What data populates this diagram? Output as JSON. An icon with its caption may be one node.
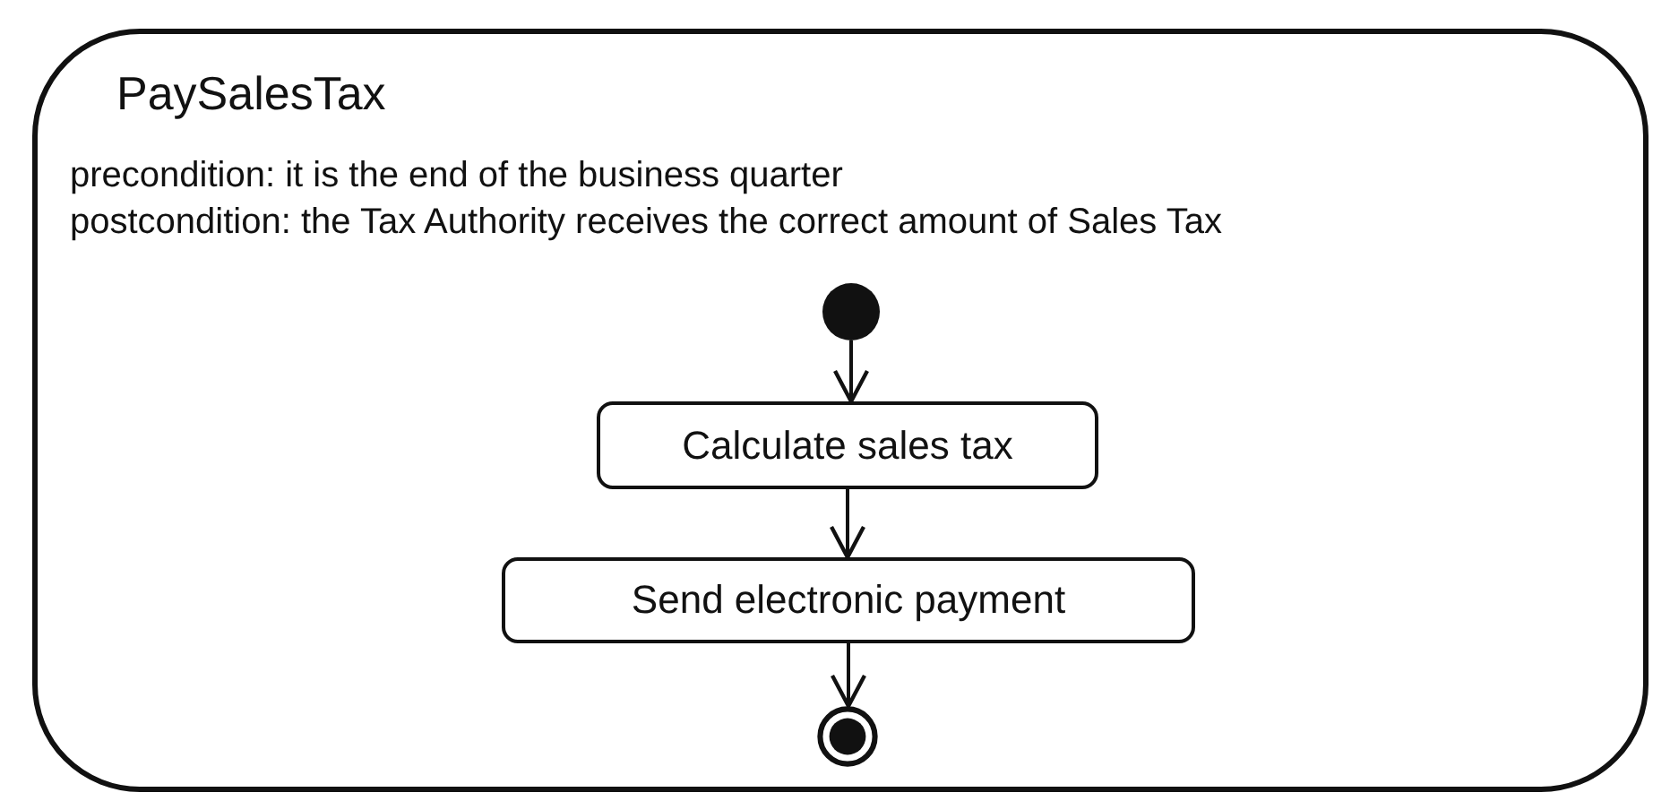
{
  "diagram": {
    "nodes": [
      {
        "text": [
          "PaySalesTax",
          "precondition: it is the end of the business quarter",
          "postcondition: the Tax Authority receives the correct amount of Sales Tax"
        ]
      },
      {
        "text": [],
        "shape": "circle",
        "in": 0
      },
      {
        "text": [
          "Calculate sales tax"
        ],
        "in": 0
      },
      {
        "text": [
          "Send electronic payment"
        ],
        "in": 0
      },
      {
        "text": [],
        "shape": "bullseye",
        "in": 0
      }
    ],
    "edges": [
      {
        "from": 1,
        "to": 2,
        "arrow": "to"
      },
      {
        "from": 2,
        "to": 3,
        "arrow": "to"
      },
      {
        "from": 3,
        "to": 4,
        "arrow": "to"
      }
    ]
  }
}
